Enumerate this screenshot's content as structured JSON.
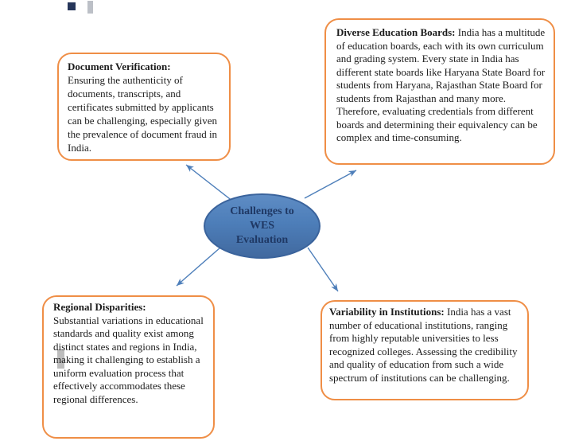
{
  "center_node": {
    "line1": "Challenges to",
    "line2": "WES",
    "line3": "Evaluation"
  },
  "boxes": {
    "document_verification": {
      "heading": "Document Verification:",
      "body": "Ensuring the authenticity of documents, transcripts, and certificates submitted by applicants can be challenging, especially given the prevalence of document fraud in India."
    },
    "diverse_education_boards": {
      "heading": "Diverse Education Boards:",
      "body": "India has a multitude of education boards, each with its own curriculum and grading system. Every state in India has different state boards like Haryana State Board for students from Haryana, Rajasthan State Board for students from Rajasthan and many more. Therefore, evaluating credentials from different boards and determining their equivalency can be complex and time-consuming."
    },
    "regional_disparities": {
      "heading": "Regional Disparities:",
      "body": "Substantial variations in educational standards and quality exist among distinct states and regions in India, making it challenging to establish a uniform evaluation process that effectively accommodates these regional differences."
    },
    "variability_in_institutions": {
      "heading": "Variability in Institutions:",
      "body": "India has a vast number of educational institutions, ranging from highly reputable universities to less recognized colleges. Assessing the credibility and quality of education from such a wide spectrum of institutions can be challenging."
    }
  },
  "colors": {
    "box_border": "#EF8E46",
    "arrow": "#4E7FBA",
    "ellipse_fill": "#4D7EB9",
    "ellipse_fill_light": "#5E8CC4",
    "ellipse_fill_dark": "#41699F",
    "ellipse_border": "#3A639C",
    "ellipse_text": "#1F3864",
    "body_text": "#1B1B1B"
  }
}
